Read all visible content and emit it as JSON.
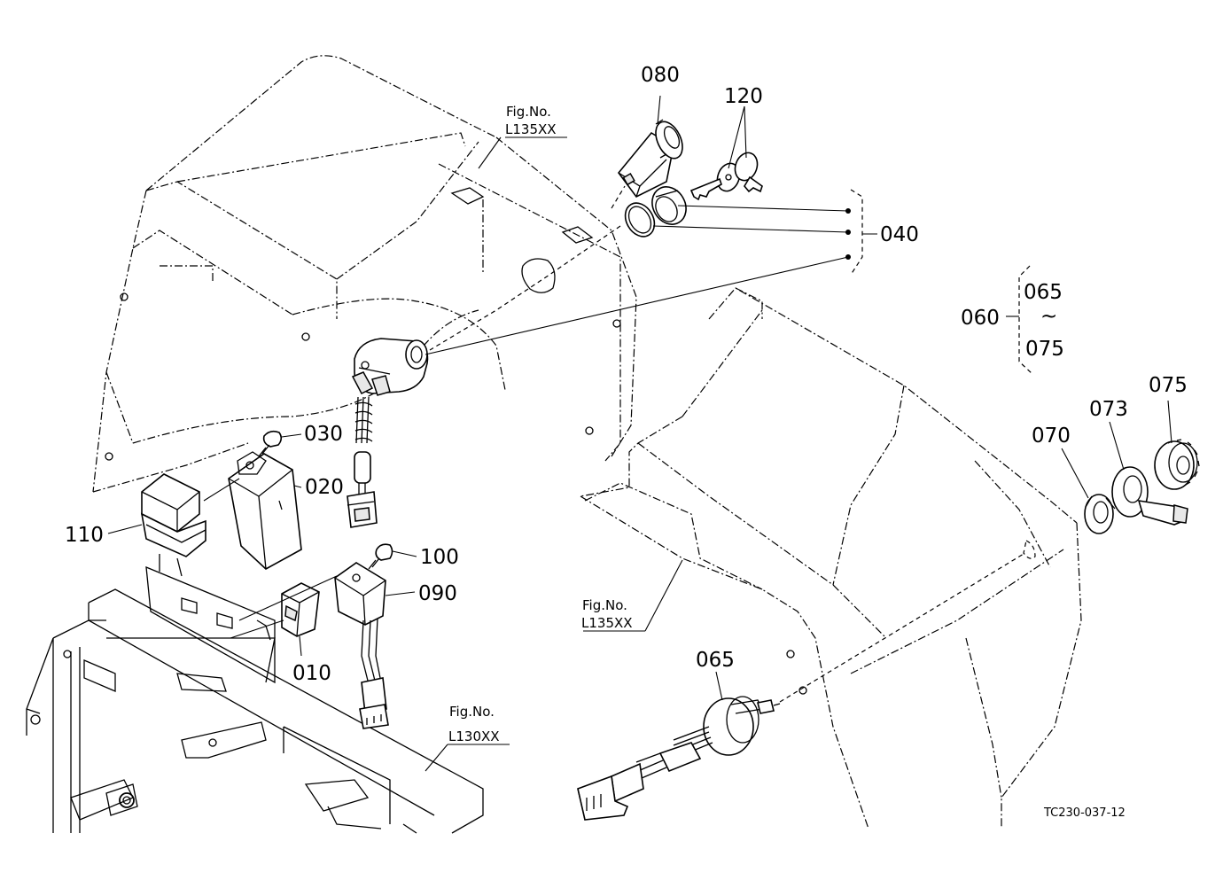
{
  "callouts": {
    "p010": "010",
    "p020": "020",
    "p030": "030",
    "p040": "040",
    "p060": "060",
    "p065_top": "065",
    "p065": "065",
    "p070": "070",
    "p073": "073",
    "p075_top": "075",
    "p075": "075",
    "p080": "080",
    "p090": "090",
    "p100": "100",
    "p110": "110",
    "p120": "120",
    "tilde": "~"
  },
  "figure_refs": {
    "ref_top_label": "Fig.No.",
    "ref_top_code": "L135XX",
    "ref_mid_label": "Fig.No.",
    "ref_mid_code": "L135XX",
    "ref_bottom_label": "Fig.No.",
    "ref_bottom_code": "L130XX"
  },
  "drawing_code": "TC230-037-12"
}
